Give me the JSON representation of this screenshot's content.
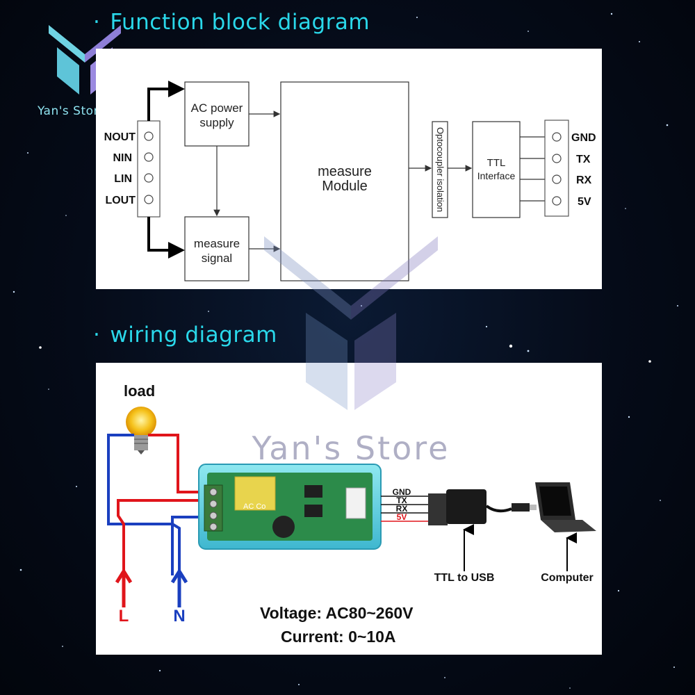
{
  "brand": {
    "name": "Yan's Store",
    "watermark": "Yan's Store"
  },
  "colors": {
    "accent": "#2ad8ea",
    "line_red": "#e0151b",
    "line_blue": "#1a3fbf"
  },
  "sections": {
    "block": {
      "title": "Function block diagram"
    },
    "wiring": {
      "title": "wiring diagram"
    }
  },
  "block_diagram": {
    "terminals": [
      "NOUT",
      "NIN",
      "LIN",
      "LOUT"
    ],
    "ac_power_supply": [
      "AC power",
      "supply"
    ],
    "measure_signal": [
      "measure",
      "signal"
    ],
    "measure_module": [
      "measure",
      "Module"
    ],
    "optocoupler": "Optocoupler isolation",
    "ttl_interface": [
      "TTL",
      "Interface"
    ],
    "outputs": [
      "GND",
      "TX",
      "RX",
      "5V"
    ]
  },
  "wiring_diagram": {
    "load_label": "load",
    "line_label": "L",
    "neutral_label": "N",
    "signal_labels": [
      "GND",
      "TX",
      "RX",
      "5V"
    ],
    "module_text": "AC Co",
    "ttl_to_usb": "TTL to USB",
    "computer": "Computer",
    "voltage": "Voltage: AC80~260V",
    "current": "Current: 0~10A"
  }
}
